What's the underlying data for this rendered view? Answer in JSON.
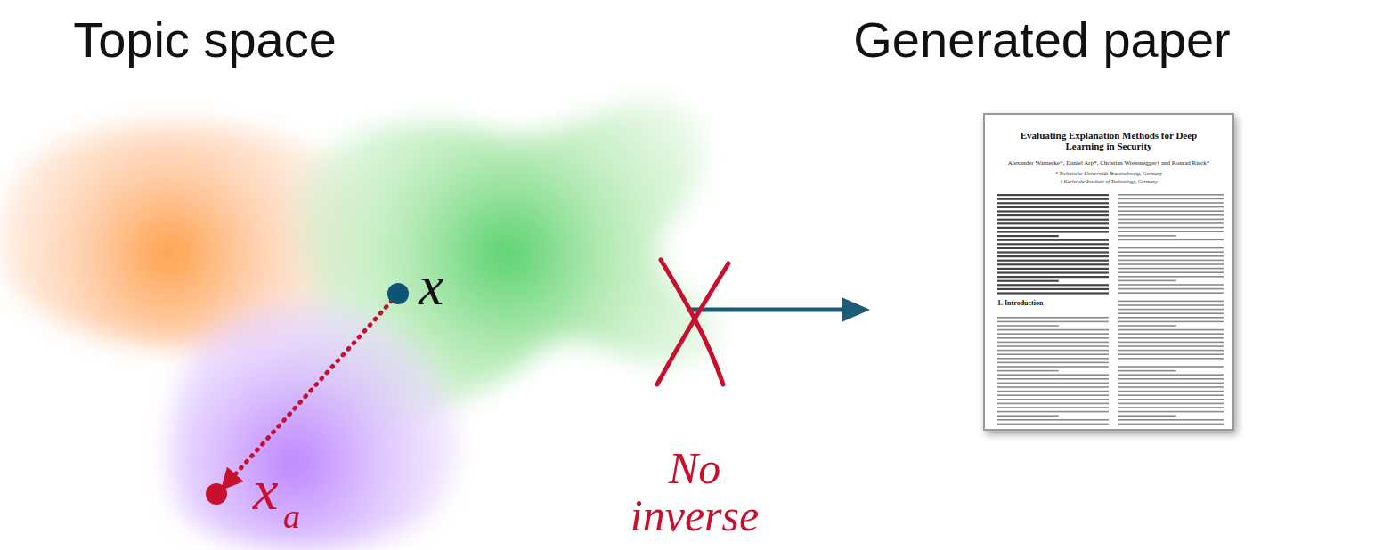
{
  "diagram": {
    "labels": [
      "Topic space",
      "Generated paper",
      "x",
      "x",
      "a",
      "No inverse",
      "Evaluating Explanation Methods for Deep Learning in Security",
      "Alexander Warnecke*, Daniel Arp*, Christian Wressnegger† and Konrad Rieck*",
      "* Technische Universität Braunschweig, Germany",
      "† Karlsruhe Institute of Technology, Germany",
      "1. Introduction"
    ]
  }
}
